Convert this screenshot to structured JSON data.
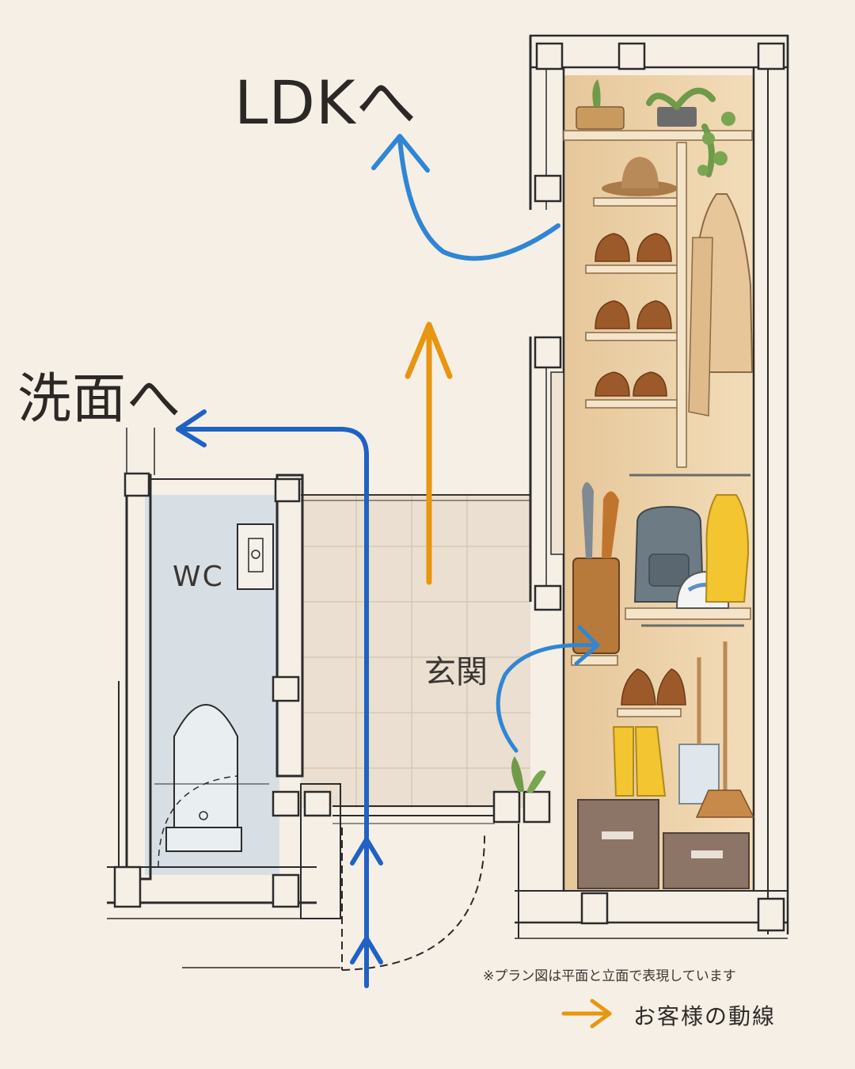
{
  "labels": {
    "ldk": "LDKへ",
    "senmen": "洗面へ",
    "wc": "WC",
    "genkan": "玄関",
    "note": "※プラン図は平面と立面で表現しています",
    "legend": "お客様の動線"
  },
  "colors": {
    "background": "#f6efe6",
    "family_route": "#2f86d4",
    "family_route_dark": "#1f5bb8",
    "guest_route": "#e8960f",
    "wall_line": "#2b2b2b",
    "storage_wood": "#ecd3ad",
    "wc_floor": "#d6dde3",
    "genkan_tile": "#e9dccd"
  },
  "icons": [
    "family-route-arrow",
    "guest-route-arrow",
    "legend-arrow-icon"
  ]
}
